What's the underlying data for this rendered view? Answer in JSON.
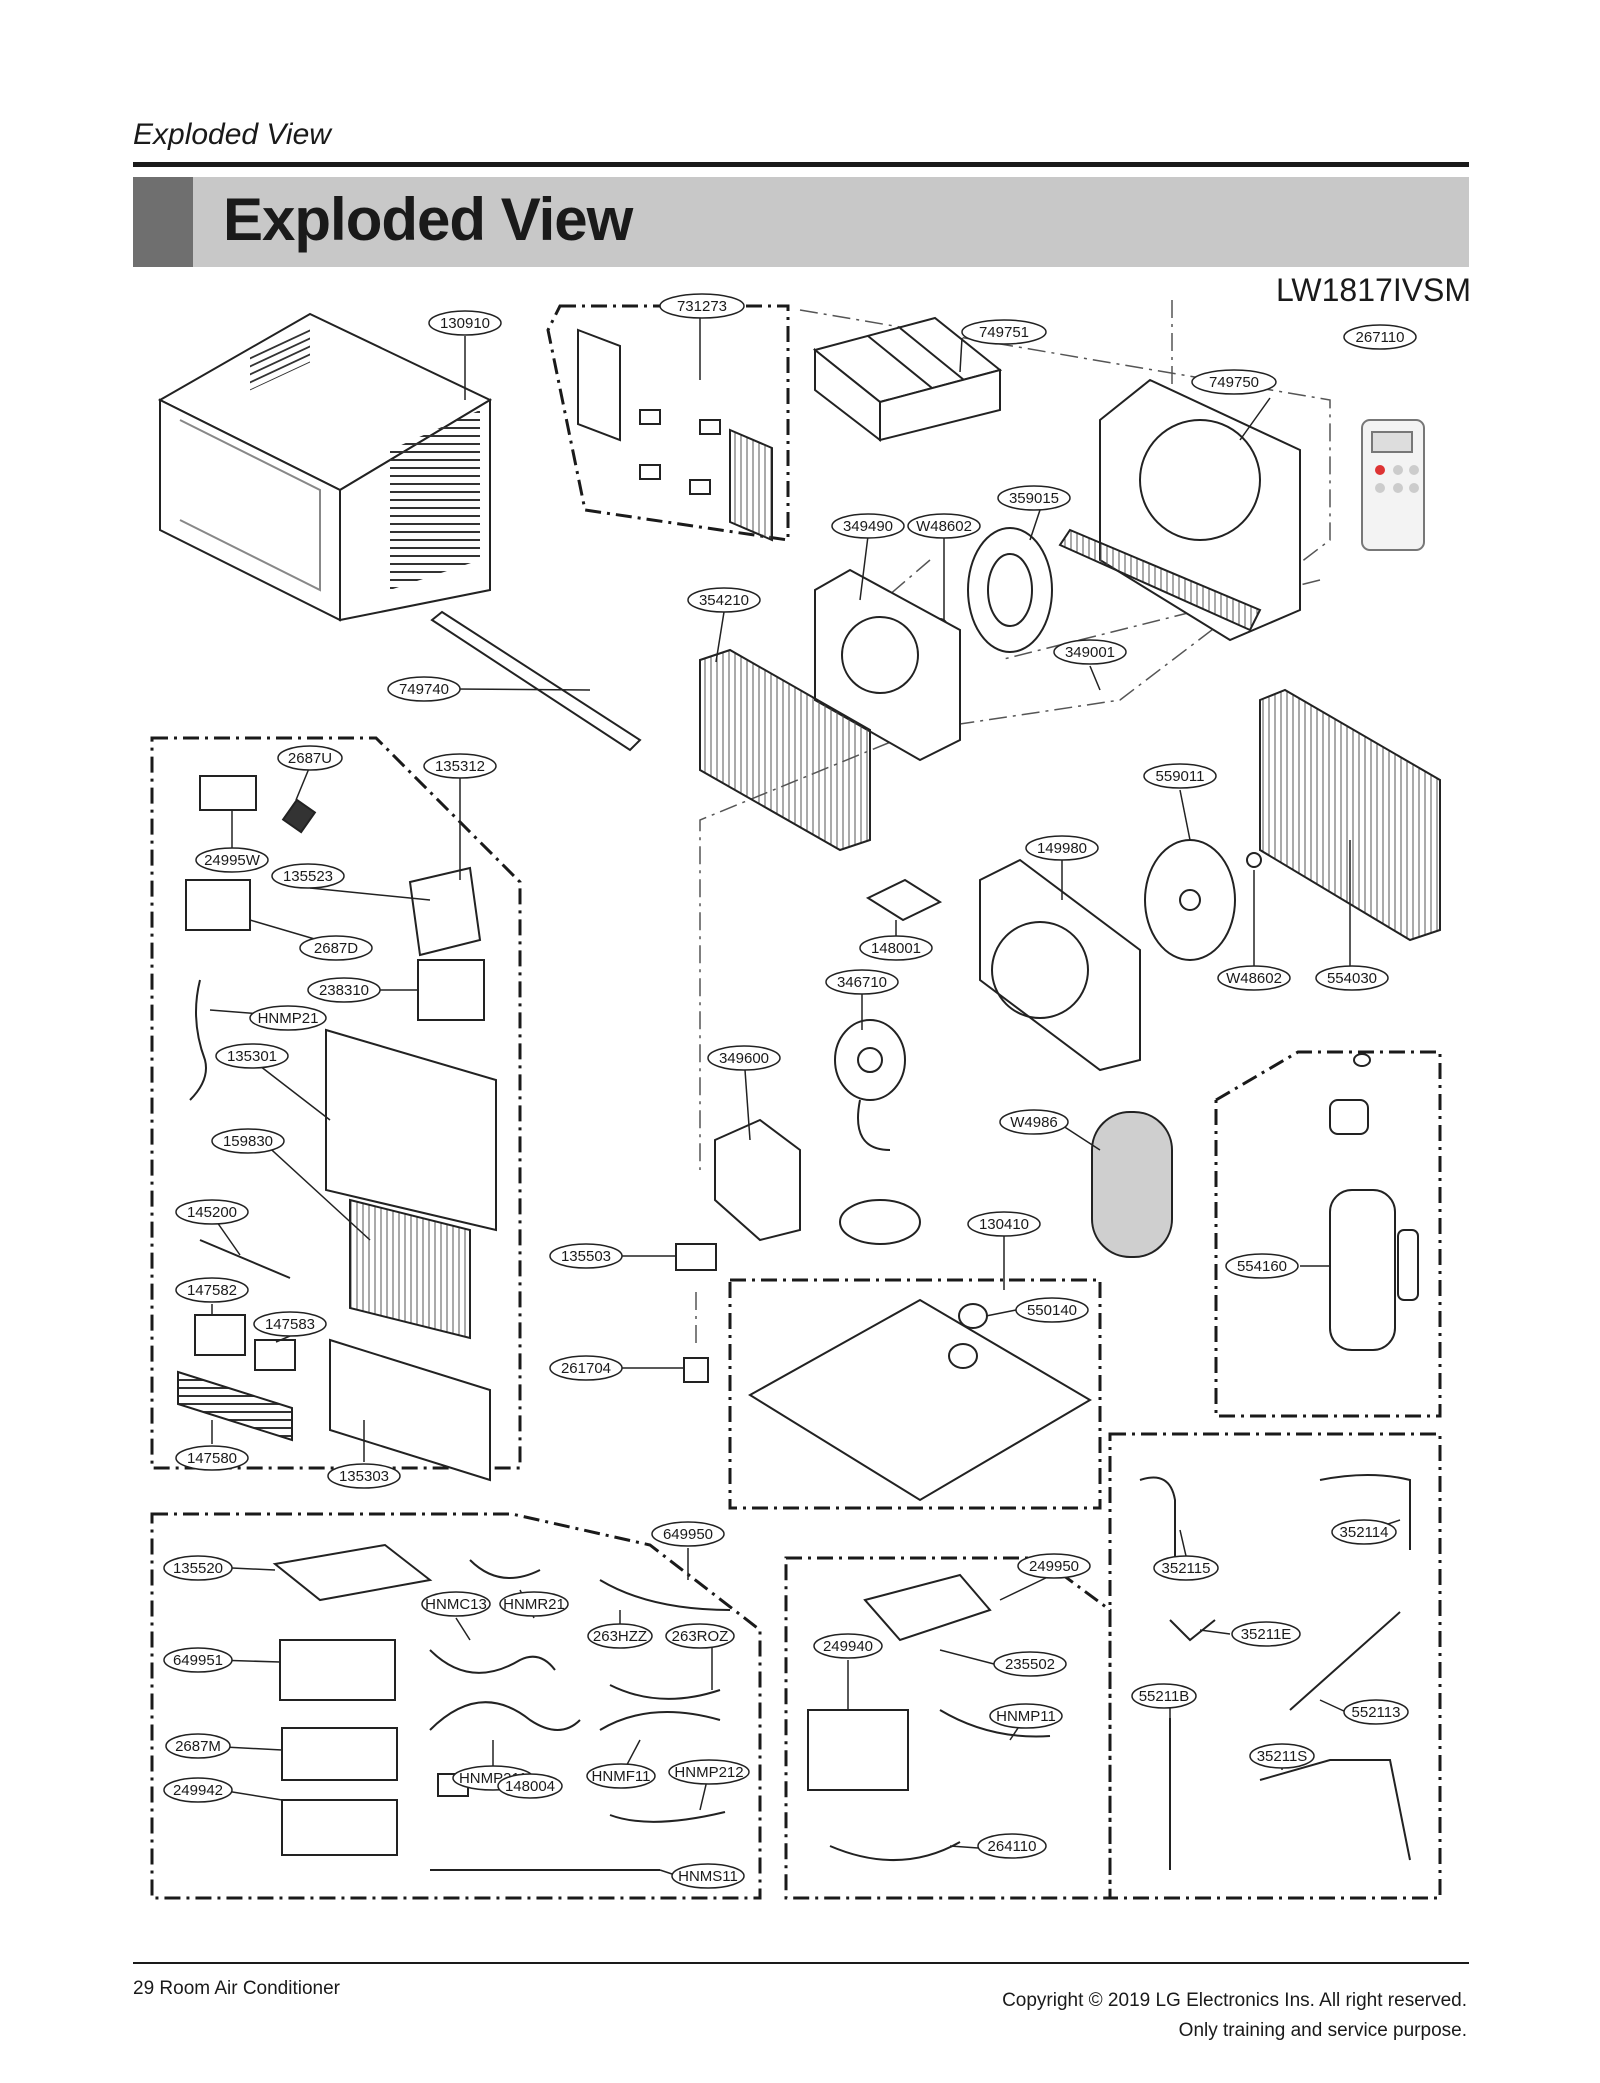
{
  "header": {
    "kicker": "Exploded View",
    "title": "Exploded View",
    "model": "LW1817IVSM"
  },
  "callouts": [
    "130910",
    "731273",
    "749751",
    "267110",
    "749750",
    "359015",
    "349490",
    "W48602",
    "354210",
    "349001",
    "749740",
    "2687U",
    "135312",
    "24995W",
    "135523",
    "559011",
    "149980",
    "2687D",
    "148001",
    "346710",
    "W48602",
    "554030",
    "238310",
    "HNMP21",
    "135301",
    "349600",
    "W4986",
    "159830",
    "145200",
    "130410",
    "135503",
    "554160",
    "147582",
    "147583",
    "550140",
    "261704",
    "147580",
    "135303",
    "649950",
    "135520",
    "HNMC13",
    "HNMR21",
    "249950",
    "352114",
    "352115",
    "263HZZ",
    "263ROZ",
    "649951",
    "249940",
    "235502",
    "35211E",
    "55211B",
    "552113",
    "2687M",
    "HNMP211",
    "HNMF11",
    "HNMP212",
    "HNMP11",
    "35211S",
    "249942",
    "148004",
    "264110",
    "HNMS11"
  ],
  "footer": {
    "page_label": "29 Room Air Conditioner",
    "copyright": "Copyright © 2019 LG Electronics Ins. All right reserved.",
    "notice": "Only training and service purpose."
  }
}
